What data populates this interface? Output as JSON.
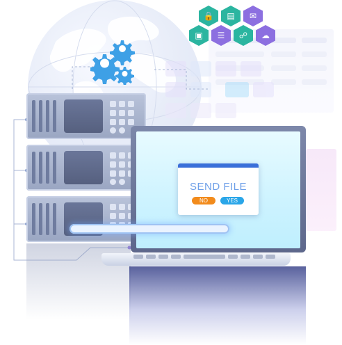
{
  "dialog": {
    "title": "SEND FILE",
    "no_label": "NO",
    "yes_label": "YES"
  },
  "progress": {
    "fraction": 0
  },
  "colors": {
    "dialog_bar": "#3a6fd9",
    "no_button": "#f28b1c",
    "yes_button": "#2aa6e8",
    "hex_green": "#2bb5a0",
    "hex_purple": "#8c6fe0",
    "gear_blue": "#3ea0e6",
    "screen_cyan": "#cdf3ff"
  },
  "icons": [
    "lock-icon",
    "document-icon",
    "mail-icon",
    "chip-icon",
    "database-icon",
    "network-icon",
    "cloud-icon",
    "gear-icon"
  ]
}
